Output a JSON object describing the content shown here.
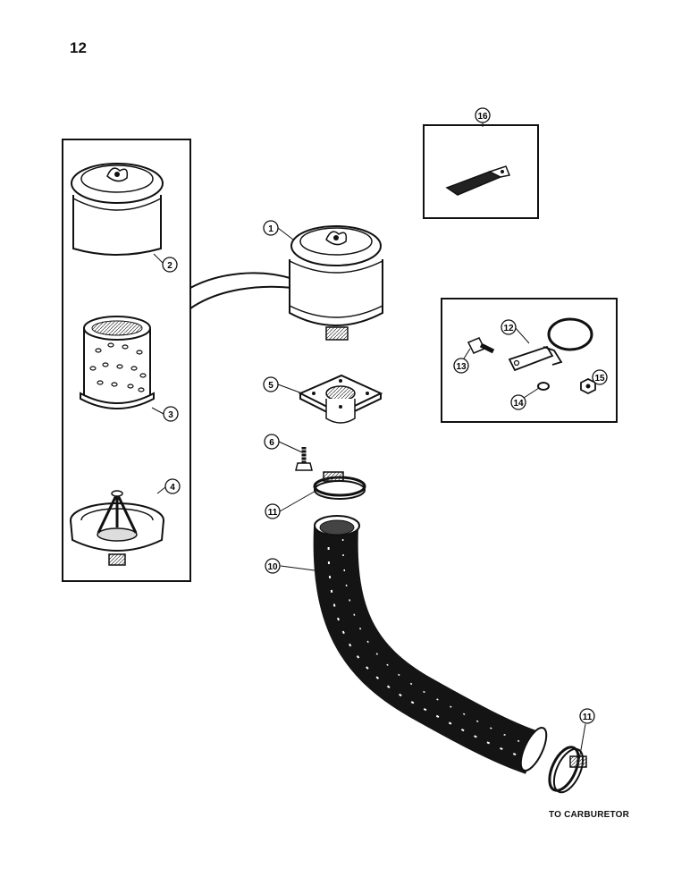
{
  "page": {
    "number": "12"
  },
  "callouts": {
    "c1": "1",
    "c2": "2",
    "c3": "3",
    "c4": "4",
    "c5": "5",
    "c6": "6",
    "c10": "10",
    "c11a": "11",
    "c11b": "11",
    "c12": "12",
    "c13": "13",
    "c14": "14",
    "c15": "15",
    "c16": "16"
  },
  "footer": {
    "note": "TO CARBURETOR"
  },
  "colors": {
    "ink": "#111111",
    "paper": "#ffffff",
    "hose": "#141414"
  }
}
